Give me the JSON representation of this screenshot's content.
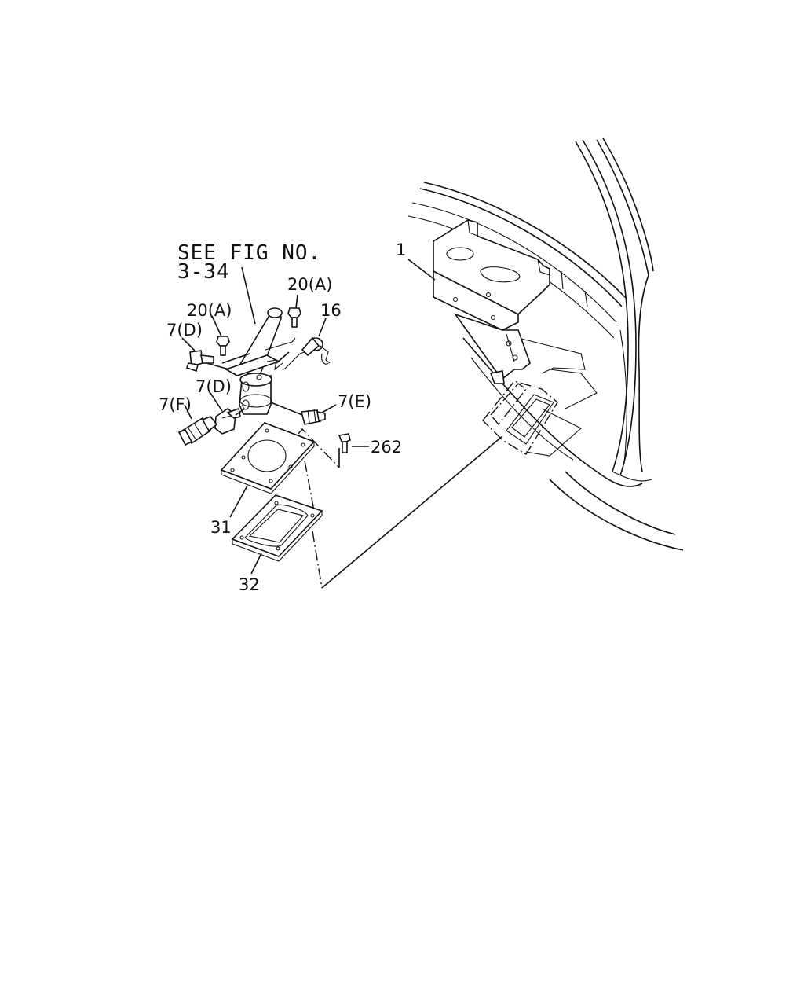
{
  "reference": {
    "line1": "SEE FIG NO.",
    "line2": "3-34"
  },
  "callouts": {
    "c1": "1",
    "c16": "16",
    "c20a_top": "20(A)",
    "c20a_left": "20(A)",
    "c7d_upper": "7(D)",
    "c7d_lower": "7(D)",
    "c7f": "7(F)",
    "c7e": "7(E)",
    "c262": "262",
    "c31": "31",
    "c32": "32"
  },
  "colors": {
    "ink": "#111111",
    "paper": "#ffffff"
  }
}
